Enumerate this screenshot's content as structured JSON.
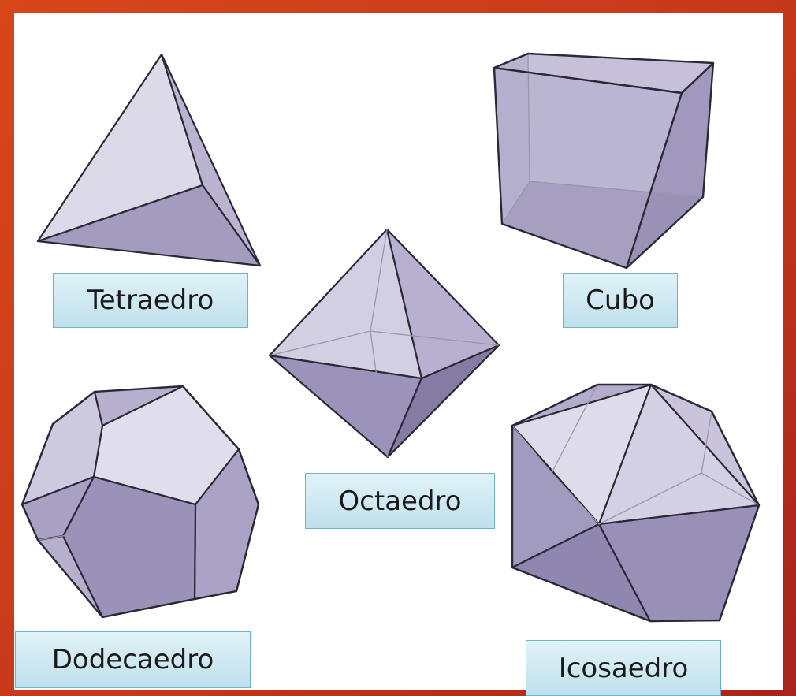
{
  "solids": {
    "tetraedro": "Tetraedro",
    "cubo": "Cubo",
    "octaedro": "Octaedro",
    "dodecaedro": "Dodecaedro",
    "icosaedro": "Icosaedro"
  },
  "colors": {
    "background": "#c5381a",
    "panel": "#ffffff",
    "label_fill": "#cfe8f1",
    "label_border": "#6fb3cb",
    "face_light": "#d9d6e6",
    "face_mid": "#b0aac8",
    "face_dark": "#8c84a8",
    "edge": "#2b2838"
  }
}
